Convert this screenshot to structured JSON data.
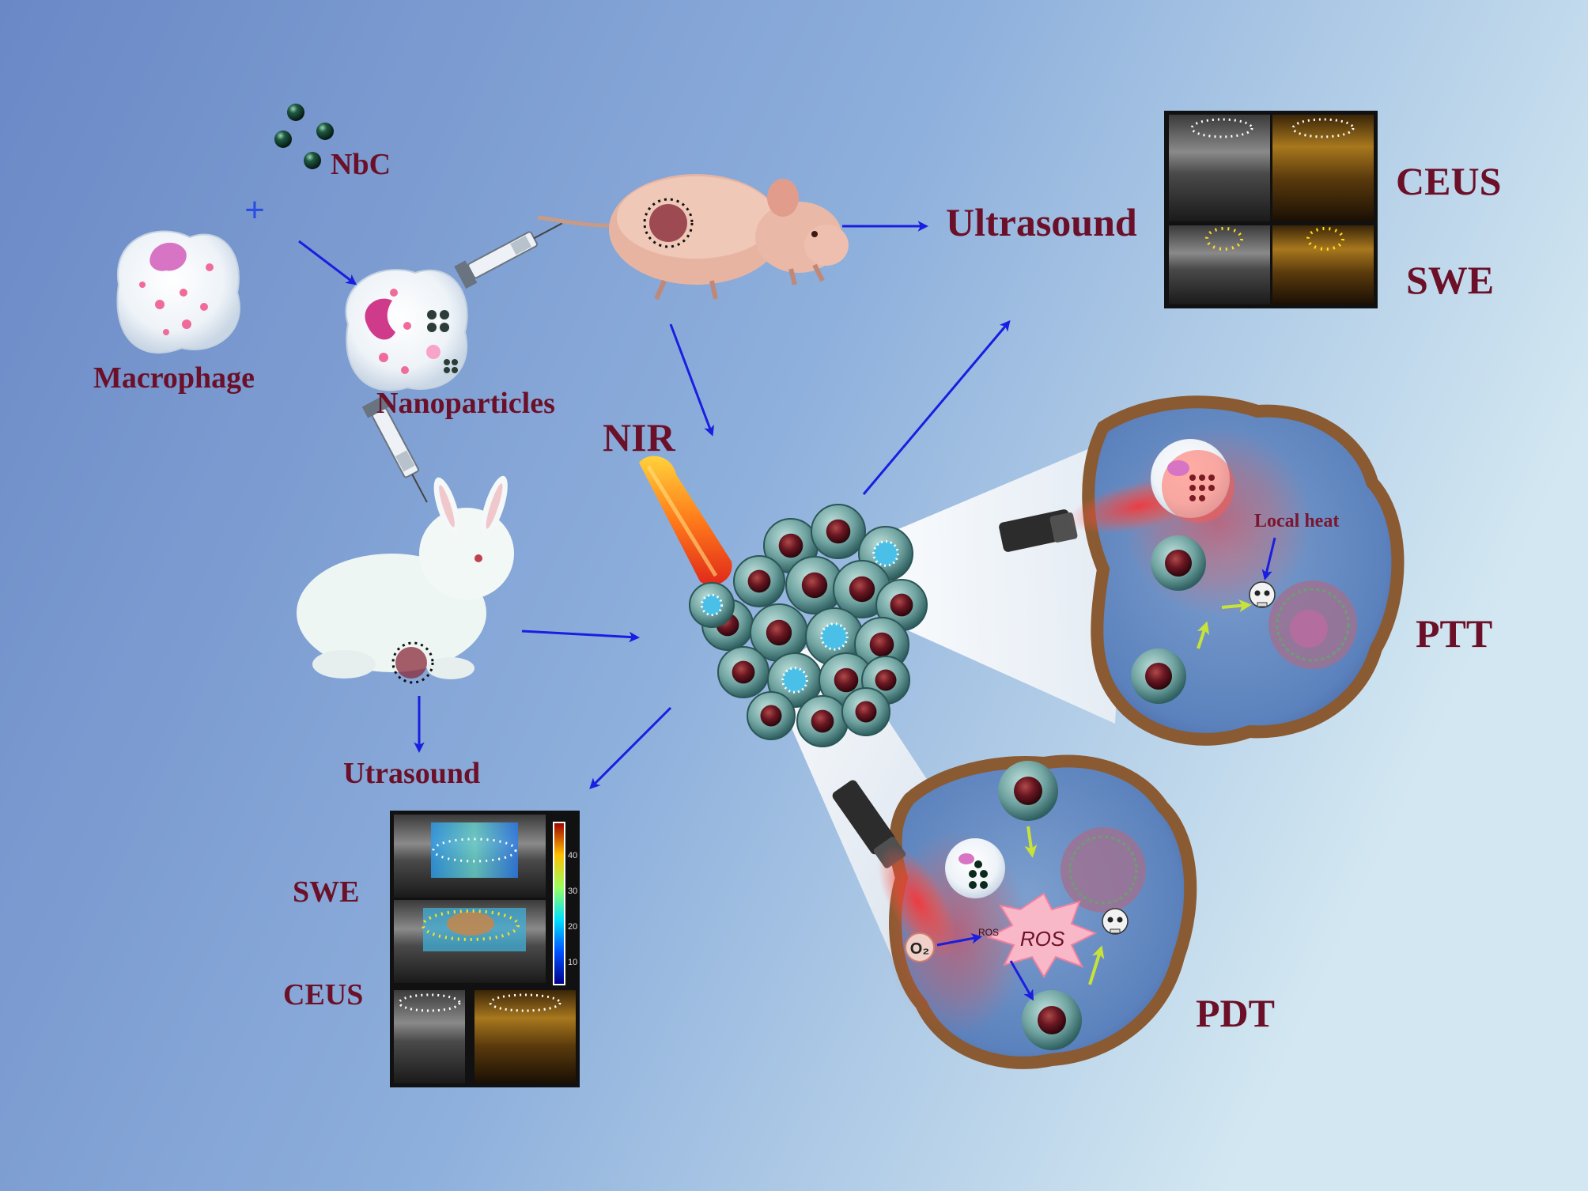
{
  "labels": {
    "nbc": "NbC",
    "macrophage": "Macrophage",
    "nanoparticles": "Nanoparticles",
    "nir": "NIR",
    "ultrasound_top": "Ultrasound",
    "ceus_top": "CEUS",
    "swe_top": "SWE",
    "utrasound_bottom": "Utrasound",
    "swe_bottom": "SWE",
    "ceus_bottom": "CEUS",
    "ptt": "PTT",
    "pdt": "PDT",
    "local_heat": "Local heat",
    "ros": "ROS",
    "ros_small": "ROS",
    "o2": "O₂",
    "plus": "+"
  },
  "colorbar_ticks": [
    "40",
    "30",
    "20",
    "10"
  ],
  "colors": {
    "label": "#6b1028",
    "arrow": "#1a1ee0",
    "background_left": "#6f8ec8",
    "background_right": "#c9e1ef",
    "tumor_cell": "#7aa9a8",
    "nucleus": "#6a1722",
    "tissue": "#5f86c0",
    "tissue_rim": "#8a5a32"
  }
}
